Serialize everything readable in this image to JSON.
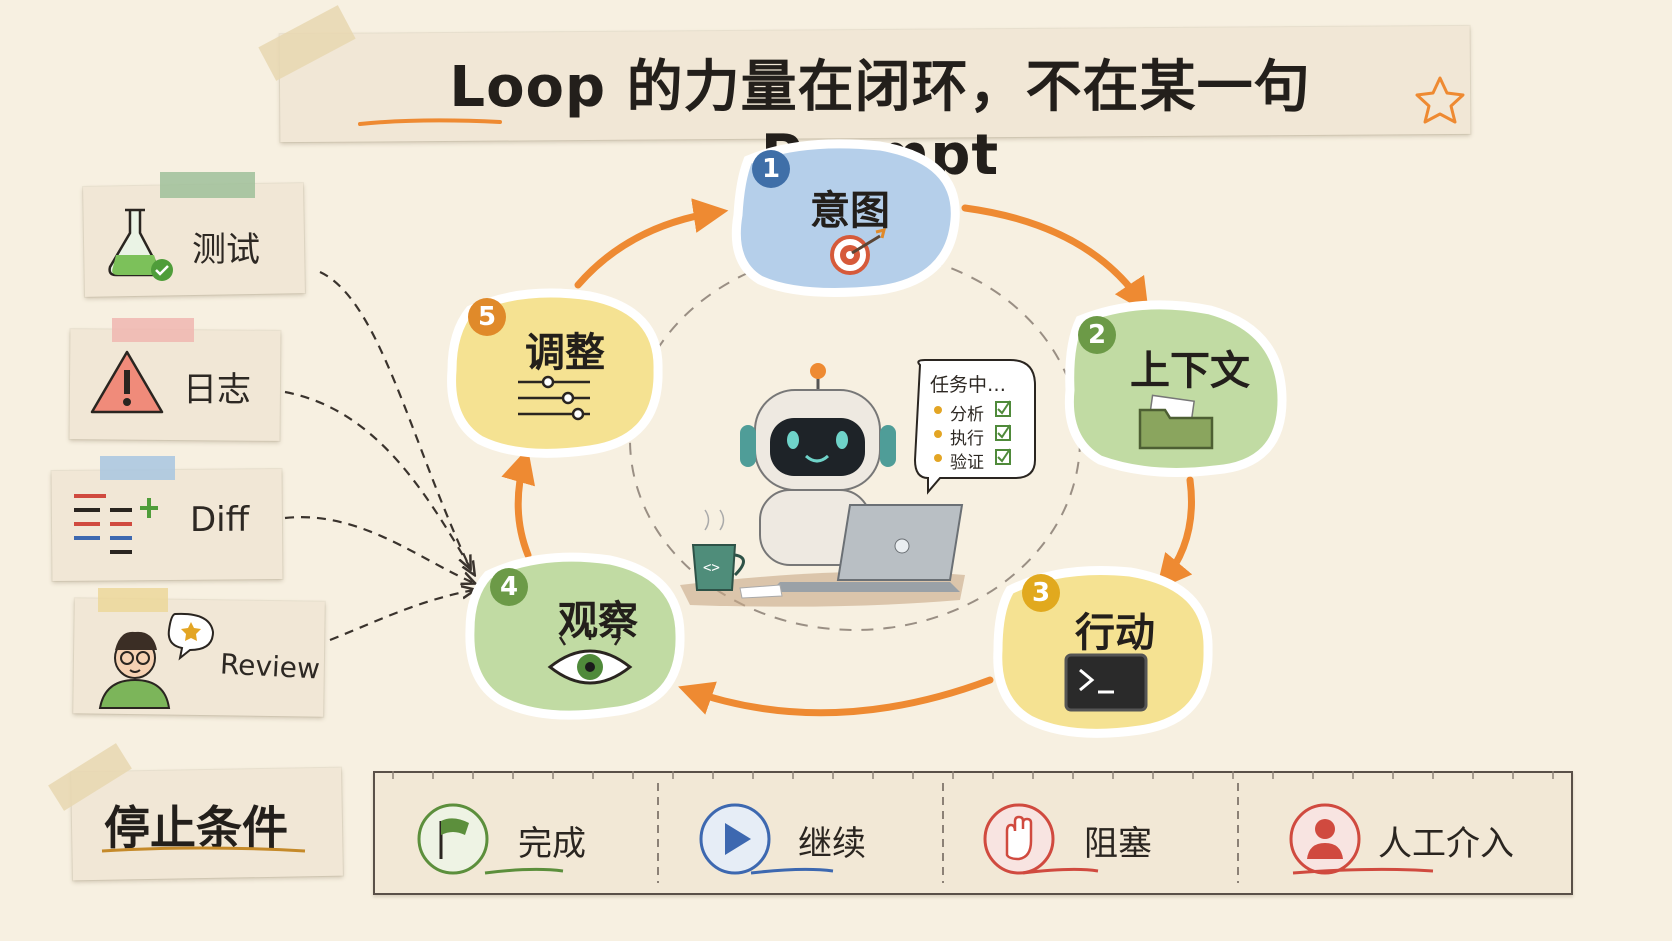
{
  "title": "Loop 的力量在闭环，不在某一句 Prompt",
  "cycle_nodes": [
    {
      "num": "1",
      "label": "意图",
      "icon": "target-icon",
      "color": "#a9c6e4",
      "badge_color": "#3f6fa8"
    },
    {
      "num": "2",
      "label": "上下文",
      "icon": "folder-icon",
      "color": "#b9d59a",
      "badge_color": "#6c9a47"
    },
    {
      "num": "3",
      "label": "行动",
      "icon": "terminal-icon",
      "color": "#f3de86",
      "badge_color": "#e1a91e"
    },
    {
      "num": "4",
      "label": "观察",
      "icon": "eye-icon",
      "color": "#b9d59a",
      "badge_color": "#6c9a47"
    },
    {
      "num": "5",
      "label": "调整",
      "icon": "sliders-icon",
      "color": "#f3de86",
      "badge_color": "#e08a2a"
    }
  ],
  "inputs": [
    {
      "label": "测试",
      "icon": "flask-icon"
    },
    {
      "label": "日志",
      "icon": "warning-icon"
    },
    {
      "label": "Diff",
      "icon": "diff-icon"
    },
    {
      "label": "Review",
      "icon": "reviewer-icon"
    }
  ],
  "robot_speech": {
    "title": "任务中…",
    "items": [
      "分析",
      "执行",
      "验证"
    ]
  },
  "stop_conditions": {
    "title": "停止条件",
    "items": [
      {
        "label": "完成",
        "icon": "flag-icon",
        "color": "#5c8f3c"
      },
      {
        "label": "继续",
        "icon": "play-icon",
        "color": "#3d68b0"
      },
      {
        "label": "阻塞",
        "icon": "hand-stop-icon",
        "color": "#d04a3f"
      },
      {
        "label": "人工介入",
        "icon": "person-icon",
        "color": "#d04a3f"
      }
    ]
  },
  "colors": {
    "arrow": "#ee8a32",
    "ink": "#2a2520",
    "paper": "#f1e7d6"
  }
}
